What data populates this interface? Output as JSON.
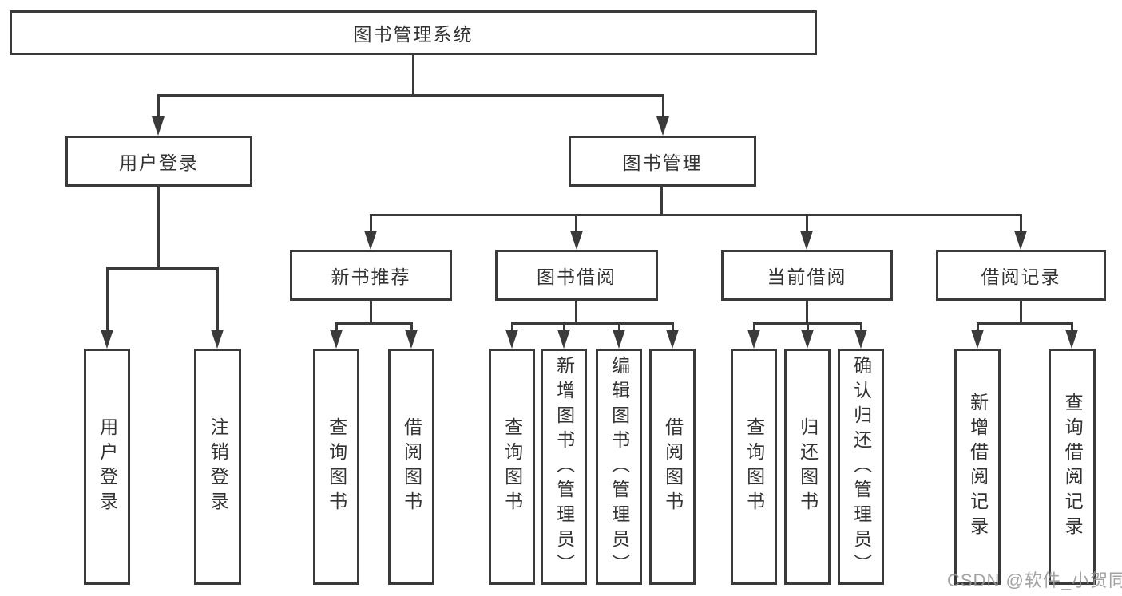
{
  "tree": {
    "label": "图书管理系统",
    "children": [
      {
        "label": "用户登录",
        "children": [
          {
            "label": "用户登录"
          },
          {
            "label": "注销登录"
          }
        ]
      },
      {
        "label": "图书管理",
        "children": [
          {
            "label": "新书推荐",
            "children": [
              {
                "label": "查询图书"
              },
              {
                "label": "借阅图书"
              }
            ]
          },
          {
            "label": "图书借阅",
            "children": [
              {
                "label": "查询图书"
              },
              {
                "label": "新增图书（管理员）"
              },
              {
                "label": "编辑图书（管理员）"
              },
              {
                "label": "借阅图书"
              }
            ]
          },
          {
            "label": "当前借阅",
            "children": [
              {
                "label": "查询图书"
              },
              {
                "label": "归还图书"
              },
              {
                "label": "确认归还（管理员）"
              }
            ]
          },
          {
            "label": "借阅记录",
            "children": [
              {
                "label": "新增借阅记录"
              },
              {
                "label": "查询借阅记录"
              }
            ]
          }
        ]
      }
    ]
  },
  "watermark": {
    "text": "CSDN @软件_小贺同学"
  },
  "colors": {
    "line": "#3a3a3a",
    "text": "#333333",
    "watermark": "#969696",
    "background": "#ffffff"
  }
}
